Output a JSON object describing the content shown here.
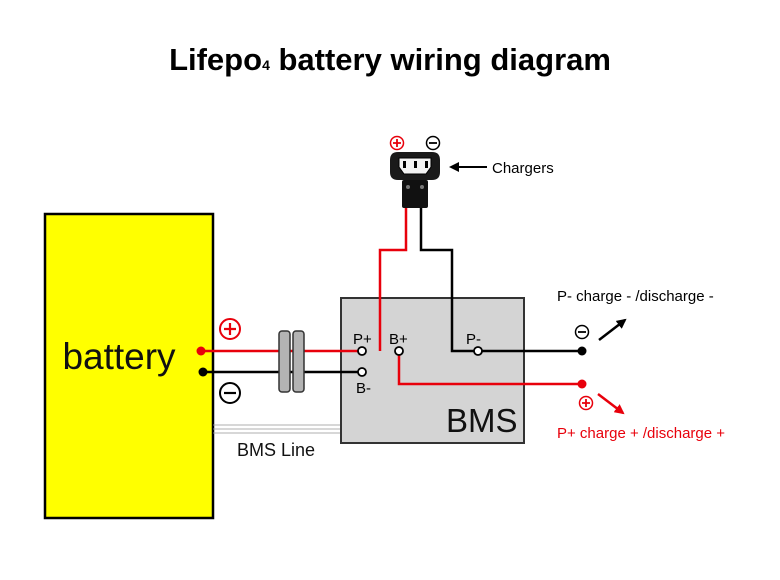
{
  "title": {
    "main": "Lifepo",
    "subscript": "4",
    "rest": " battery wiring diagram"
  },
  "battery": {
    "label": "battery",
    "plus_symbol": "+",
    "minus_symbol": "−"
  },
  "bms": {
    "label": "BMS",
    "p_plus": "P+",
    "b_plus": "B+",
    "p_minus": "P-",
    "b_minus": "B-"
  },
  "bms_line": {
    "label": "BMS Line"
  },
  "charger": {
    "label": "Chargers",
    "plus_symbol": "+",
    "minus_symbol": "−"
  },
  "outputs": {
    "negative": {
      "label": "P- charge - /discharge -",
      "symbol": "−"
    },
    "positive": {
      "label": "P+ charge + /discharge +",
      "symbol": "+"
    }
  },
  "colors": {
    "battery_fill": "#ffff00",
    "bms_fill": "#d4d4d4",
    "positive_wire": "#e8000b",
    "negative_wire": "#000000",
    "positive_text": "#e8000b"
  }
}
